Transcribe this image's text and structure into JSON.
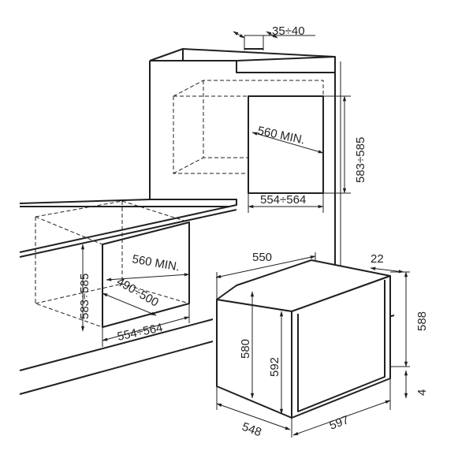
{
  "diagram": {
    "upper_niche": {
      "gap_top": "35÷40",
      "height": "583÷585",
      "depth_min": "560 MIN.",
      "width": "554÷564"
    },
    "lower_niche": {
      "height": "583÷585",
      "depth_min": "560 MIN.",
      "depth": "490÷500",
      "width": "554÷564"
    },
    "oven": {
      "depth": "550",
      "front_thickness": "22",
      "front_height": "588",
      "body_height": "580",
      "total_height": "592",
      "bottom_offset": "4",
      "body_width": "548",
      "front_width": "597"
    }
  }
}
